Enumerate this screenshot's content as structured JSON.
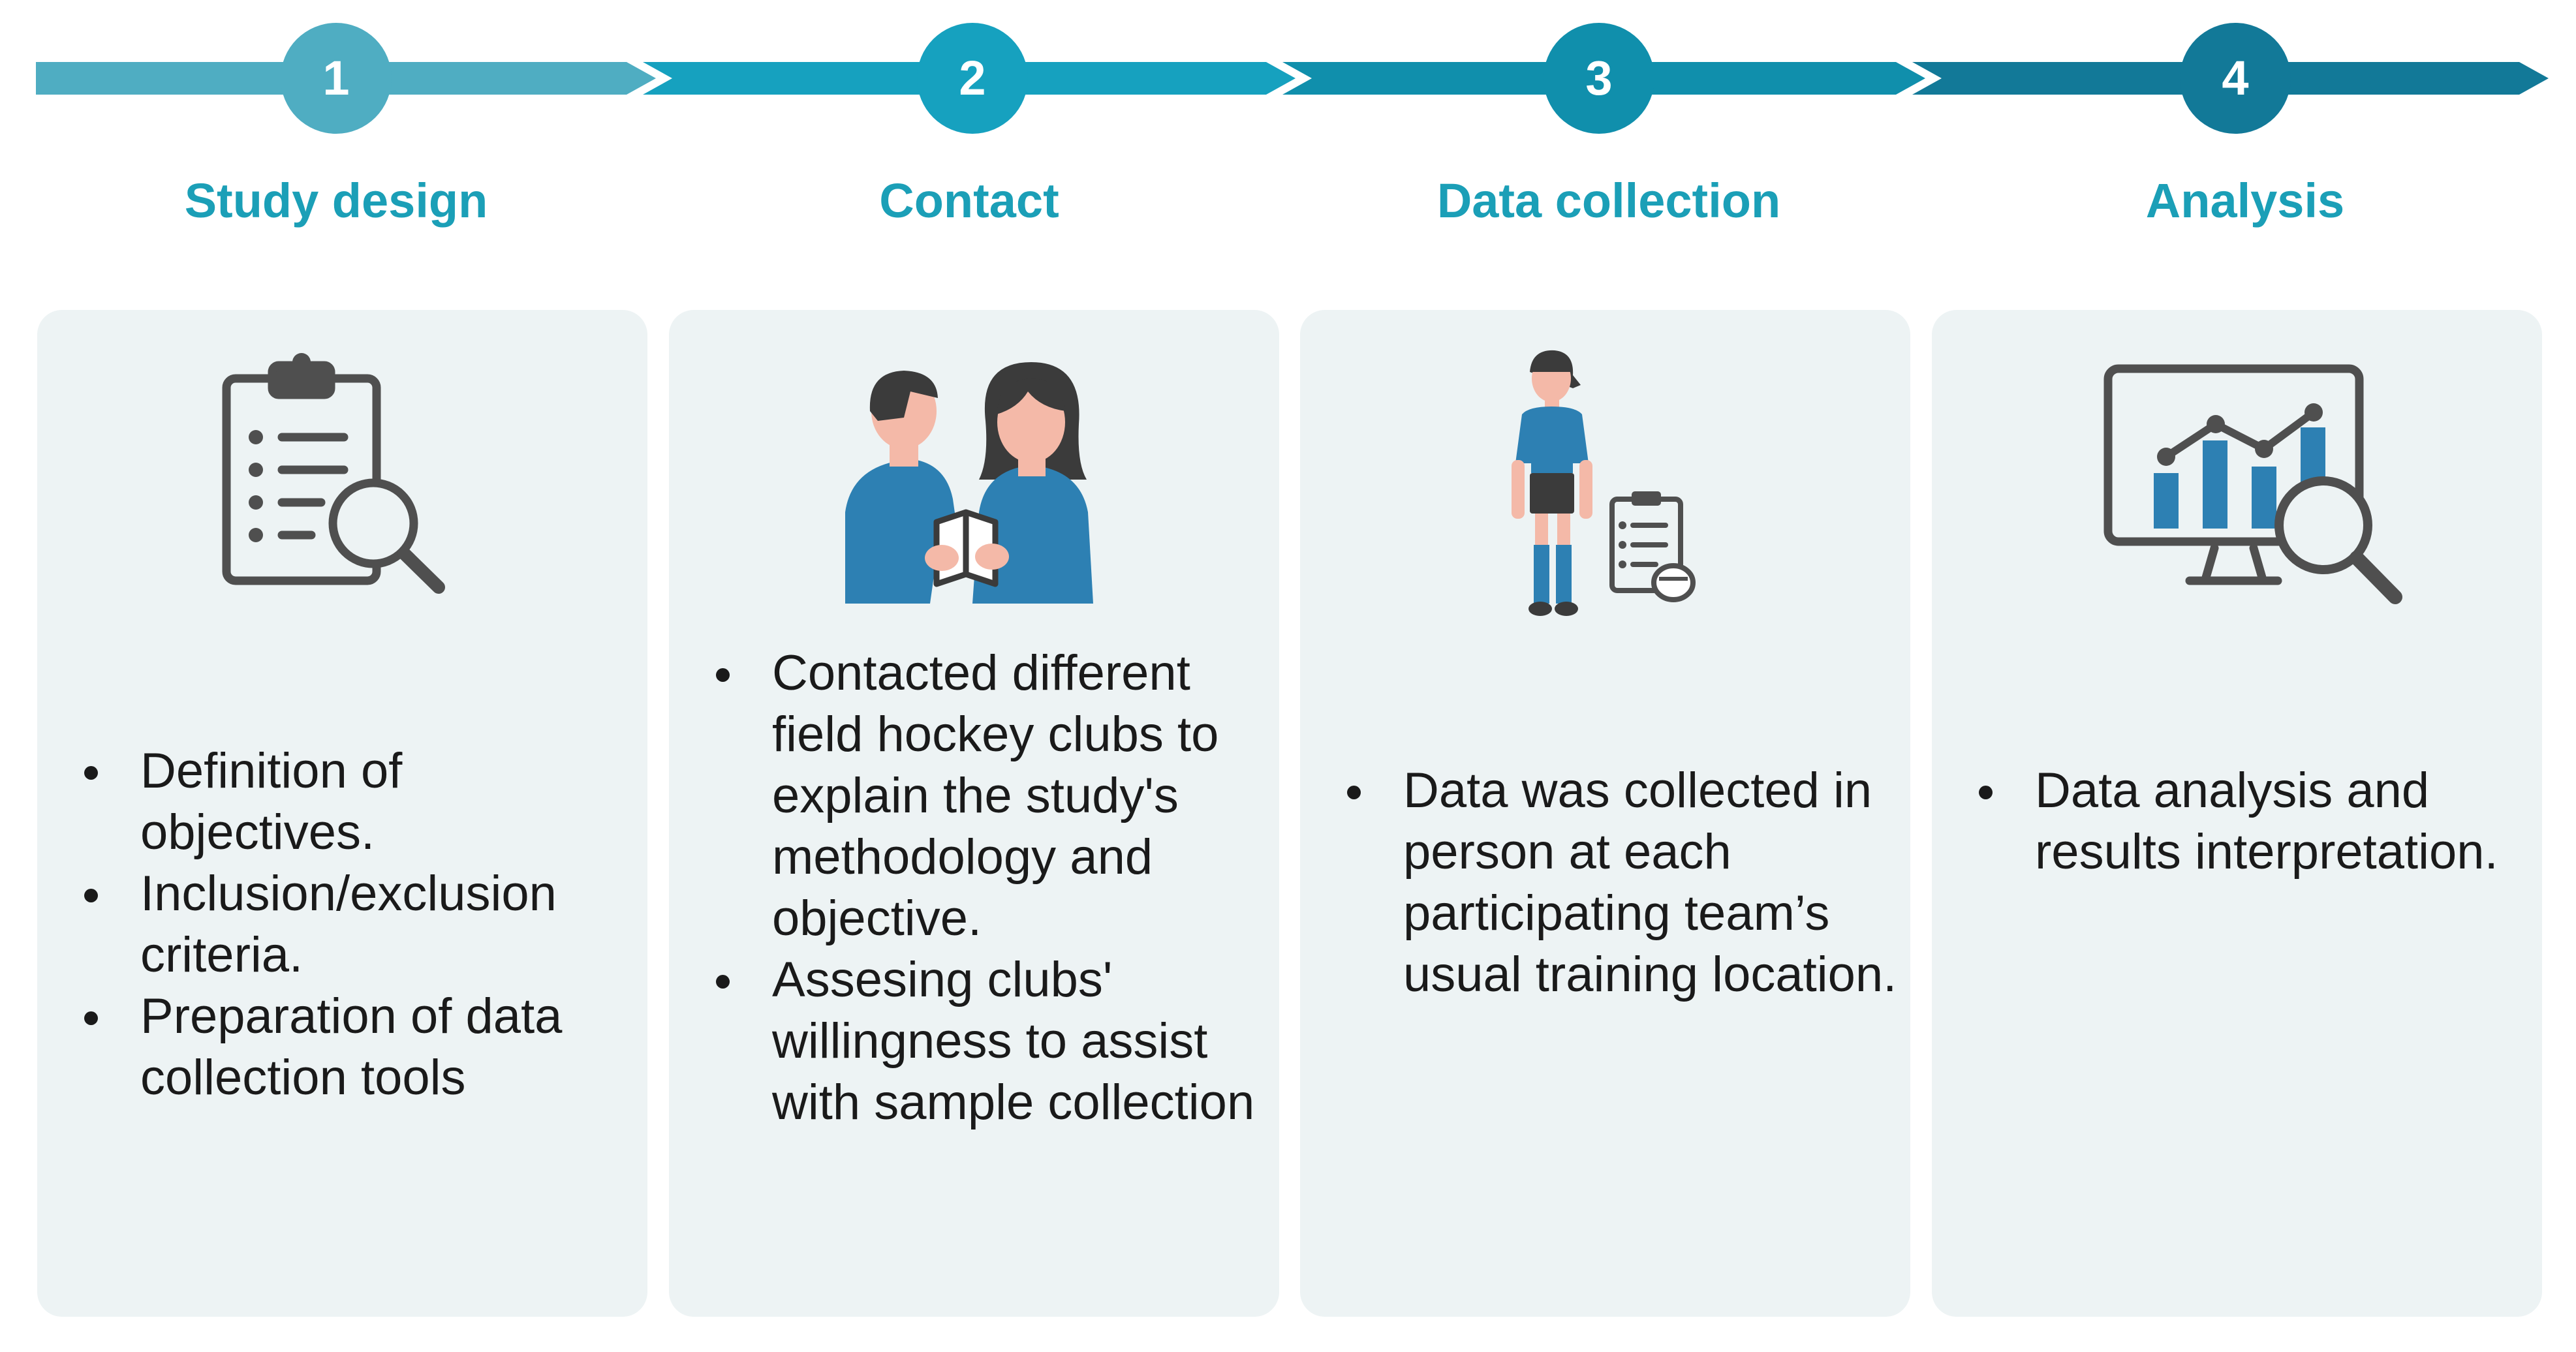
{
  "colors": {
    "arrow_1": "#4fadc2",
    "arrow_2": "#16a1bf",
    "arrow_3": "#108fac",
    "arrow_4": "#127998",
    "title": "#1b9fb7",
    "card_bg": "#edf3f4",
    "icon_blue": "#2d80b3",
    "icon_gray": "#4f4f4f",
    "text": "#1a1a1a"
  },
  "steps": [
    {
      "number": "1",
      "title": "Study design",
      "icon": "clipboard-magnifier-icon",
      "bullets": [
        "Definition of objectives.",
        "Inclusion/exclusion criteria.",
        "Preparation of data collection tools"
      ]
    },
    {
      "number": "2",
      "title": "Contact",
      "icon": "two-people-talking-icon",
      "bullets": [
        "Contacted different field hockey clubs to explain the study's methodology and objective.",
        "Assesing clubs' willingness to assist with sample collection"
      ]
    },
    {
      "number": "3",
      "title": "Data collection",
      "icon": "player-with-clipboard-icon",
      "bullets": [
        "Data was collected in person at each participating team’s usual training location."
      ]
    },
    {
      "number": "4",
      "title": "Analysis",
      "icon": "monitor-chart-magnifier-icon",
      "bullets": [
        "Data analysis and results interpretation."
      ]
    }
  ]
}
